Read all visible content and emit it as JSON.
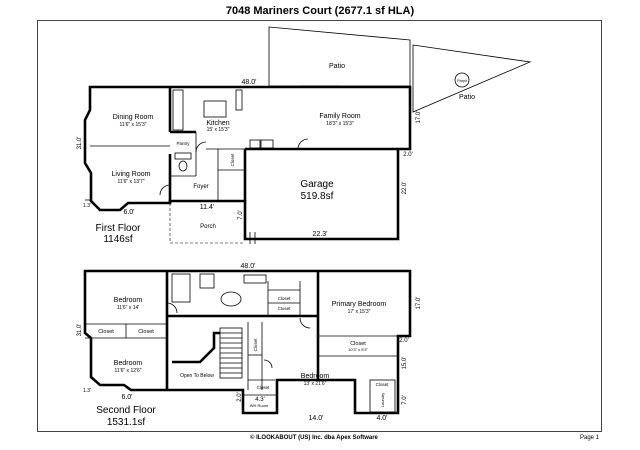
{
  "title": "7048 Mariners Court (2677.1 sf HLA)",
  "footer": "© ILOOKABOUT (US) Inc. dba Apex Software",
  "page": "Page 1",
  "first_floor": {
    "label": "First Floor",
    "area": "1146sf",
    "rooms": {
      "dining": {
        "name": "Dining Room",
        "dims": "11'6\" x 15'3\""
      },
      "living": {
        "name": "Living Room",
        "dims": "11'6\" x 13'7\""
      },
      "kitchen": {
        "name": "Kitchen",
        "dims": "15' x 15'3\""
      },
      "family": {
        "name": "Family Room",
        "dims": "18'3\" x 15'3\""
      },
      "pantry": "Pantry",
      "closet": "Closet",
      "foyer": "Foyer",
      "porch": "Porch",
      "patio": "Patio",
      "garage": {
        "name": "Garage",
        "area": "519.8sf"
      }
    },
    "dims": {
      "top": "48.0'",
      "left": "31.0'",
      "bay": "6.0'",
      "bay_side": "1.3'",
      "foyer_w": "11.4'",
      "porch_h": "7.0'",
      "garage_w": "22.3'",
      "garage_h": "22.0'",
      "garage_step": "2.0'",
      "family_side": "17.0'"
    }
  },
  "patio2": {
    "label": "Patio",
    "sub": "Firepit"
  },
  "second_floor": {
    "label": "Second Floor",
    "area": "1531.1sf",
    "rooms": {
      "bed1": {
        "name": "Bedroom",
        "dims": "11'6\" x 14'"
      },
      "bed2": {
        "name": "Bedroom",
        "dims": "11'6\" x 12'6\""
      },
      "primary": {
        "name": "Primary Bedroom",
        "dims": "17' x 15'3\""
      },
      "bed3": {
        "name": "Bedroom",
        "dims": "13' x 21'6\""
      },
      "closet": "Closet",
      "closet_primary": {
        "name": "Closet",
        "dims": "10'3\" x 5'3\""
      },
      "open_below": "Open To Below",
      "laundry": "Laundry",
      "wh": "WH Room"
    },
    "dims": {
      "top": "48.0'",
      "left": "31.0'",
      "bay": "6.0'",
      "bay_side": "1.3'",
      "primary_side": "17.0'",
      "closet_side": "2.0'",
      "bed3_side": "15.0'",
      "bot_small": "4.3'",
      "bot_left": "2.0'",
      "bot_w": "14.0'",
      "bot_right": "4.0'",
      "bot_h": "7.0'"
    }
  }
}
